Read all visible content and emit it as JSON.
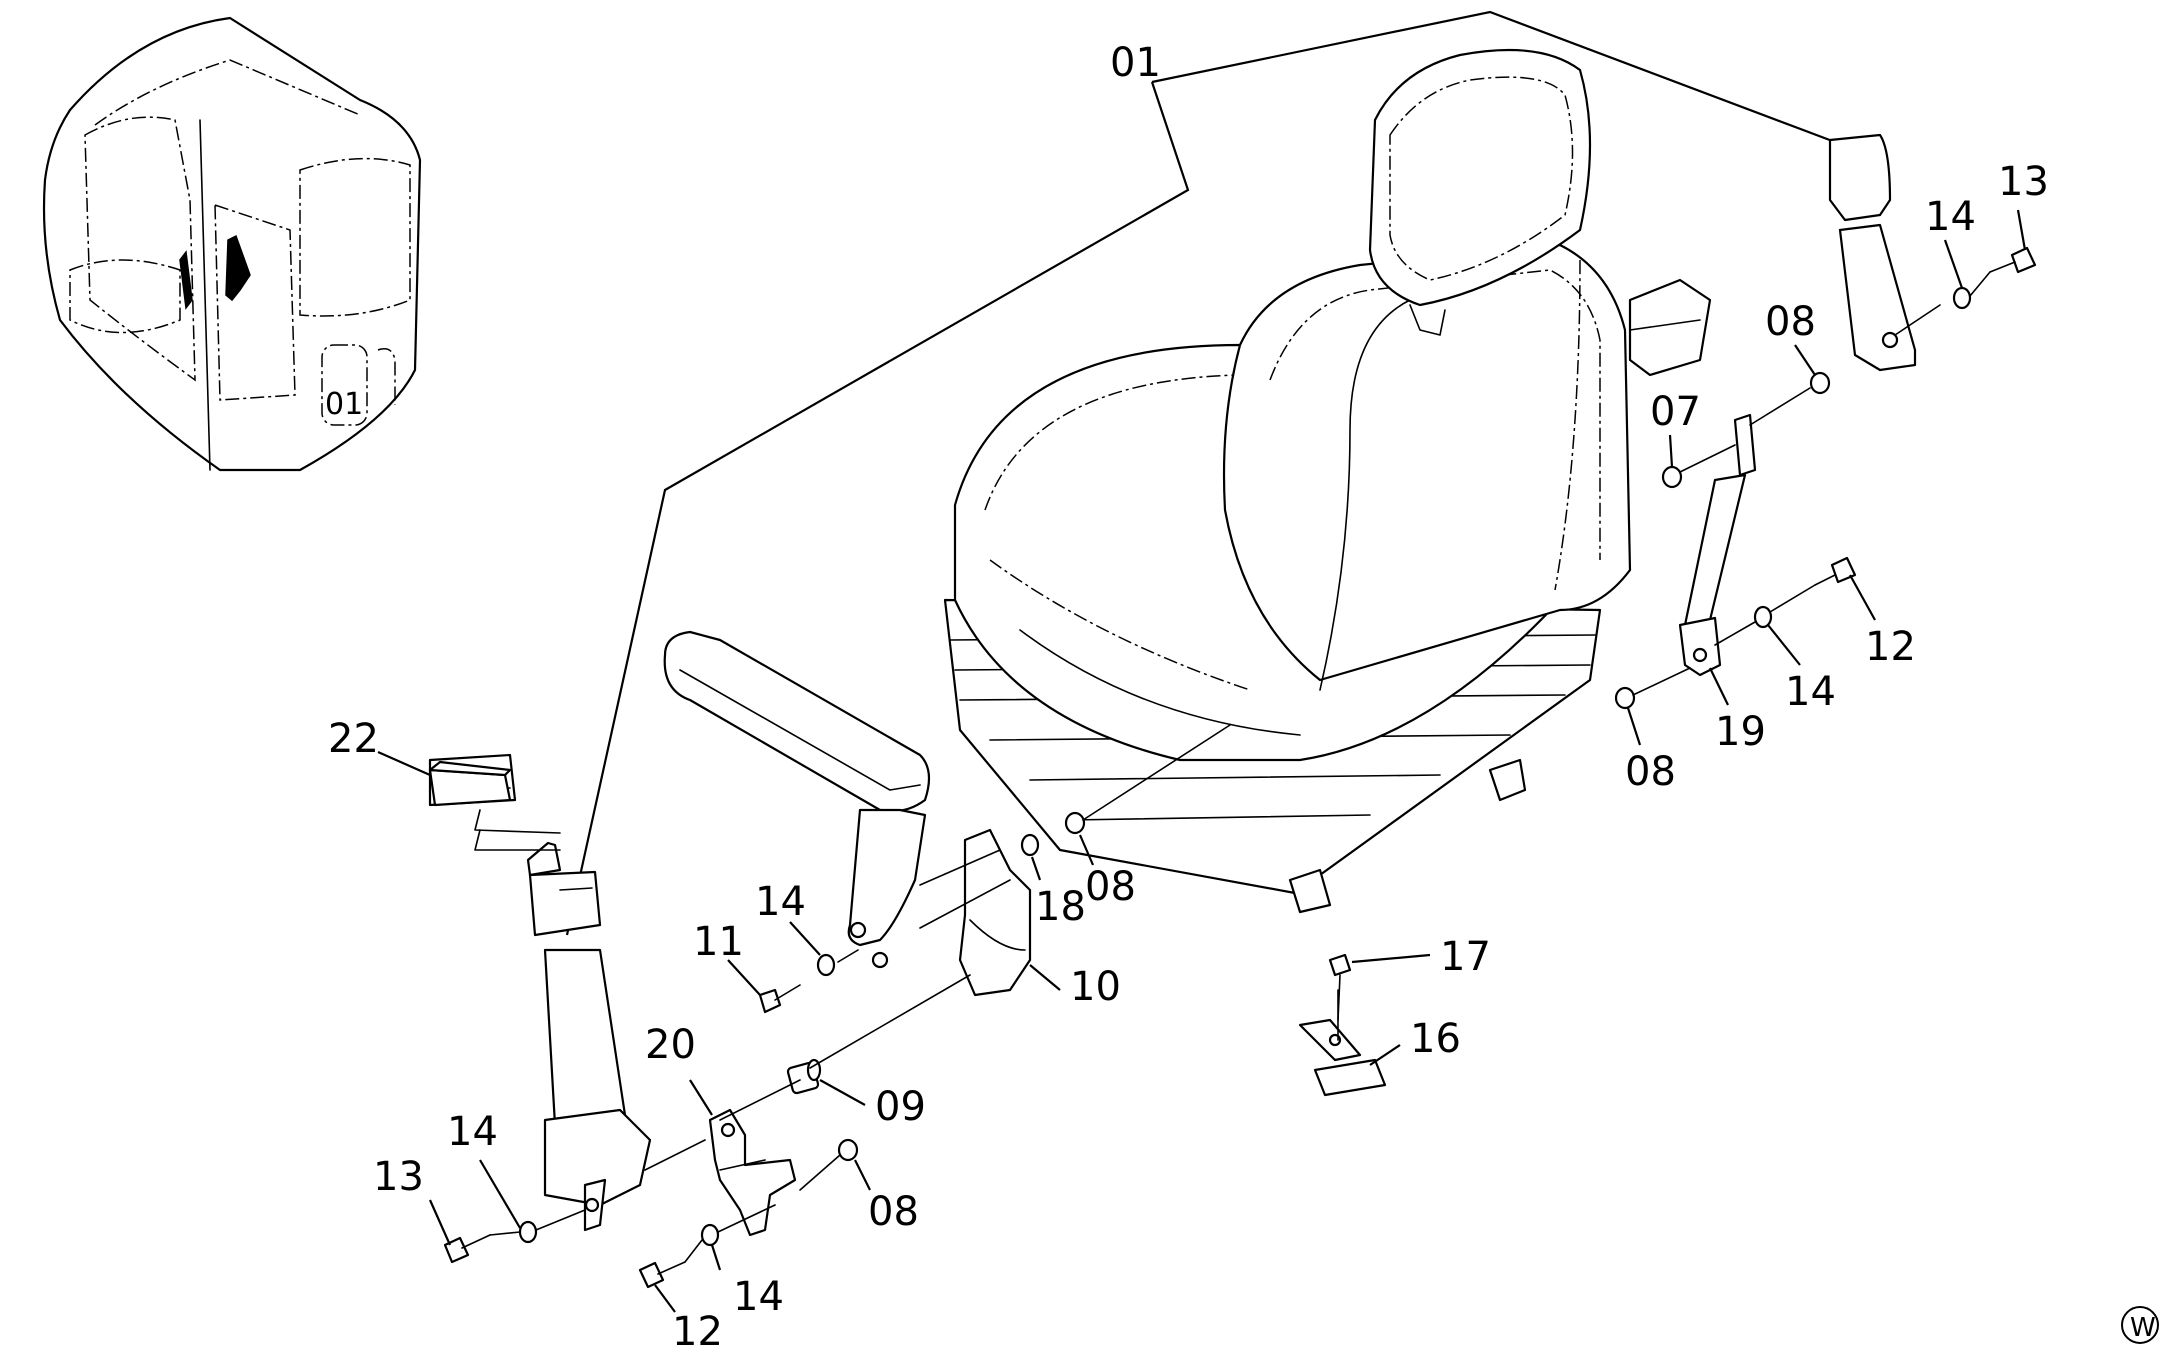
{
  "diagram": {
    "type": "exploded parts diagram",
    "callouts": [
      {
        "id": "c01",
        "text": "01"
      },
      {
        "id": "c22",
        "text": "22"
      },
      {
        "id": "c14a",
        "text": "14"
      },
      {
        "id": "c11",
        "text": "11"
      },
      {
        "id": "c18",
        "text": "18"
      },
      {
        "id": "c08a",
        "text": "08"
      },
      {
        "id": "c10",
        "text": "10"
      },
      {
        "id": "c20",
        "text": "20"
      },
      {
        "id": "c09",
        "text": "09"
      },
      {
        "id": "c14b",
        "text": "14"
      },
      {
        "id": "c13a",
        "text": "13"
      },
      {
        "id": "c08b",
        "text": "08"
      },
      {
        "id": "c14c",
        "text": "14"
      },
      {
        "id": "c12a",
        "text": "12"
      },
      {
        "id": "c17",
        "text": "17"
      },
      {
        "id": "c16",
        "text": "16"
      },
      {
        "id": "c13b",
        "text": "13"
      },
      {
        "id": "c14d",
        "text": "14"
      },
      {
        "id": "c08c",
        "text": "08"
      },
      {
        "id": "c07",
        "text": "07"
      },
      {
        "id": "c12b",
        "text": "12"
      },
      {
        "id": "c14e",
        "text": "14"
      },
      {
        "id": "c19",
        "text": "19"
      },
      {
        "id": "c08d",
        "text": "08"
      }
    ],
    "cab_marker": "01",
    "corner_mark": "W"
  }
}
